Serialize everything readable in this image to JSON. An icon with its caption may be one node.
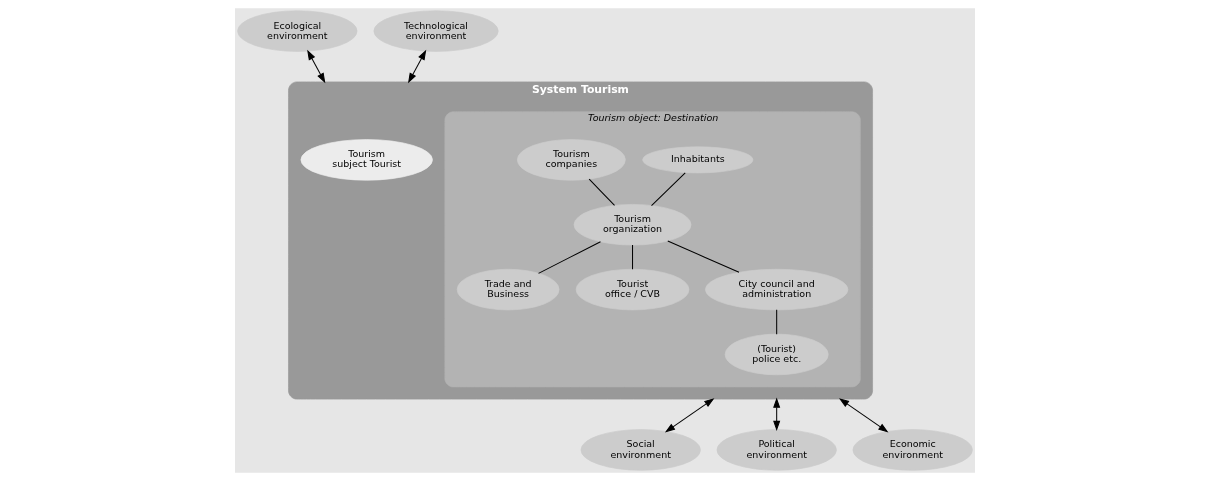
{
  "diagram": {
    "nodes": [
      {
        "text": [
          "Ecological environment"
        ]
      },
      {
        "text": [
          "Technological environment"
        ]
      },
      {
        "text": [
          "System Tourism"
        ]
      },
      {
        "text": [
          "Tourism object: Destination"
        ],
        "in": 2
      },
      {
        "text": [
          "Tourism subject Tourist"
        ],
        "in": 2
      },
      {
        "text": [
          "Inhabitants"
        ],
        "in": 3
      },
      {
        "text": [
          "Tourism companies"
        ],
        "in": 3
      },
      {
        "text": [
          "Tourism organization"
        ],
        "in": 3
      },
      {
        "text": [
          "Trade and Business"
        ],
        "in": 3
      },
      {
        "text": [
          "Tourist office / CVB"
        ],
        "in": 3
      },
      {
        "text": [
          "City council and administration"
        ],
        "in": 3
      },
      {
        "text": [
          "(Tourist) police etc."
        ],
        "in": 3
      },
      {
        "text": [
          "Social environment"
        ]
      },
      {
        "text": [
          "Political environment"
        ]
      },
      {
        "text": [
          "Economic environment"
        ]
      }
    ],
    "edges": [
      {
        "from": 0,
        "to": 2,
        "arrow": "both"
      },
      {
        "from": 1,
        "to": 2,
        "arrow": "both"
      },
      {
        "from": 7,
        "to": 5,
        "arrow": "none"
      },
      {
        "from": 7,
        "to": 6,
        "arrow": "none"
      },
      {
        "from": 7,
        "to": 8,
        "arrow": "none"
      },
      {
        "from": 7,
        "to": 9,
        "arrow": "none"
      },
      {
        "from": 7,
        "to": 10,
        "arrow": "none"
      },
      {
        "from": 10,
        "to": 11,
        "arrow": "none"
      },
      {
        "from": 12,
        "to": 2,
        "arrow": "both"
      },
      {
        "from": 13,
        "to": 2,
        "arrow": "both"
      },
      {
        "from": 14,
        "to": 2,
        "arrow": "both"
      }
    ]
  }
}
